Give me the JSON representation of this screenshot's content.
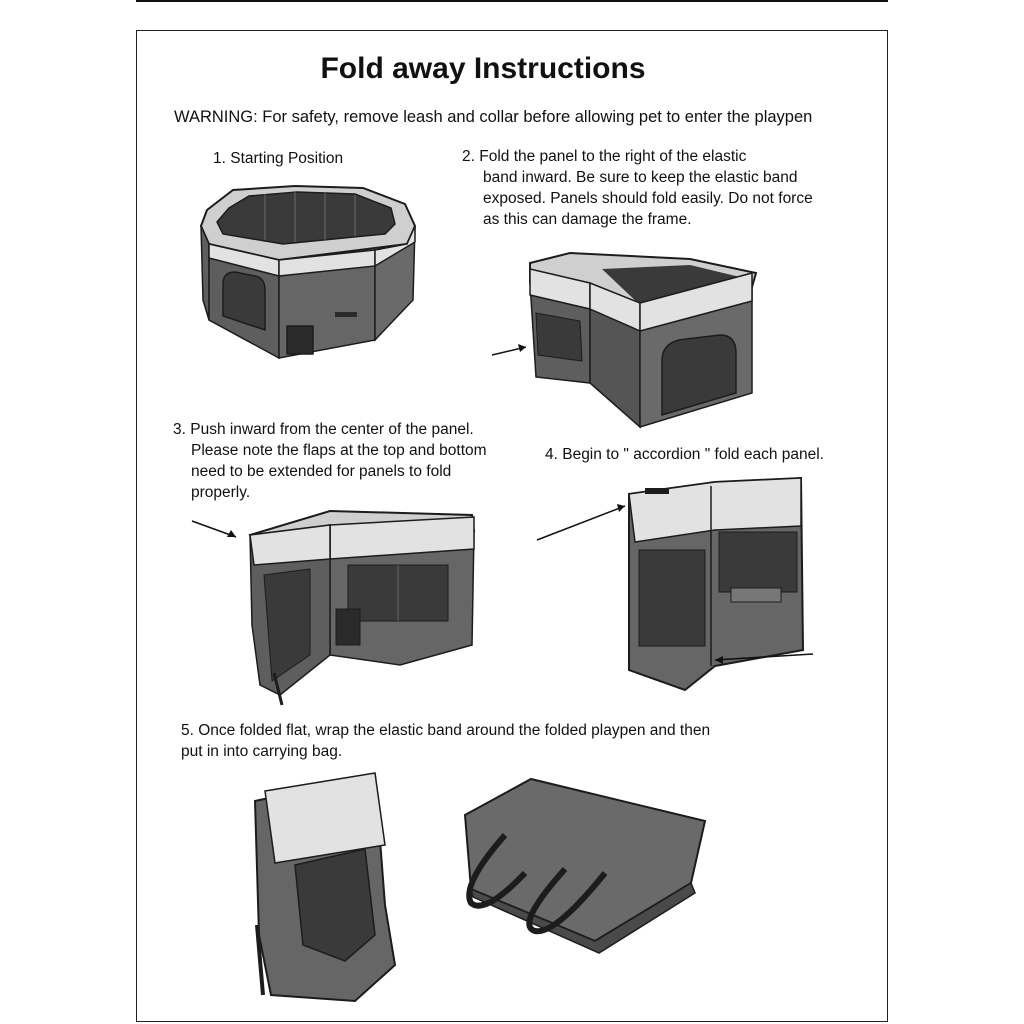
{
  "document": {
    "title": "Fold away Instructions",
    "warning": "WARNING: For safety, remove leash and collar before allowing pet to enter the playpen"
  },
  "steps": [
    {
      "lines": [
        "1. Starting Position"
      ],
      "figure": "playpen-open"
    },
    {
      "lines": [
        "2.  Fold the panel to the right of the elastic",
        "band inward.  Be sure to keep the elastic band",
        "exposed.  Panels should fold easily.  Do not force",
        "as this can damage the frame."
      ],
      "figure": "playpen-folding-panel"
    },
    {
      "lines": [
        "3. Push inward from the center of the panel.",
        "Please note the flaps at the top and bottom",
        "need to be extended for panels to fold",
        "properly."
      ],
      "figure": "playpen-push-inward"
    },
    {
      "lines": [
        "4. Begin to \" accordion \" fold each panel."
      ],
      "figure": "playpen-accordion-fold"
    },
    {
      "lines": [
        "5. Once folded flat, wrap the elastic band around the folded playpen and then",
        "put in into carrying bag."
      ],
      "figure": "playpen-folded-and-bag"
    }
  ],
  "colors": {
    "fabric_dark": "#5e5e5e",
    "fabric_mid": "#7a7a7a",
    "trim_light": "#e2e2e2",
    "mesh": "#3a3a3a",
    "outline": "#1c1c1c"
  }
}
